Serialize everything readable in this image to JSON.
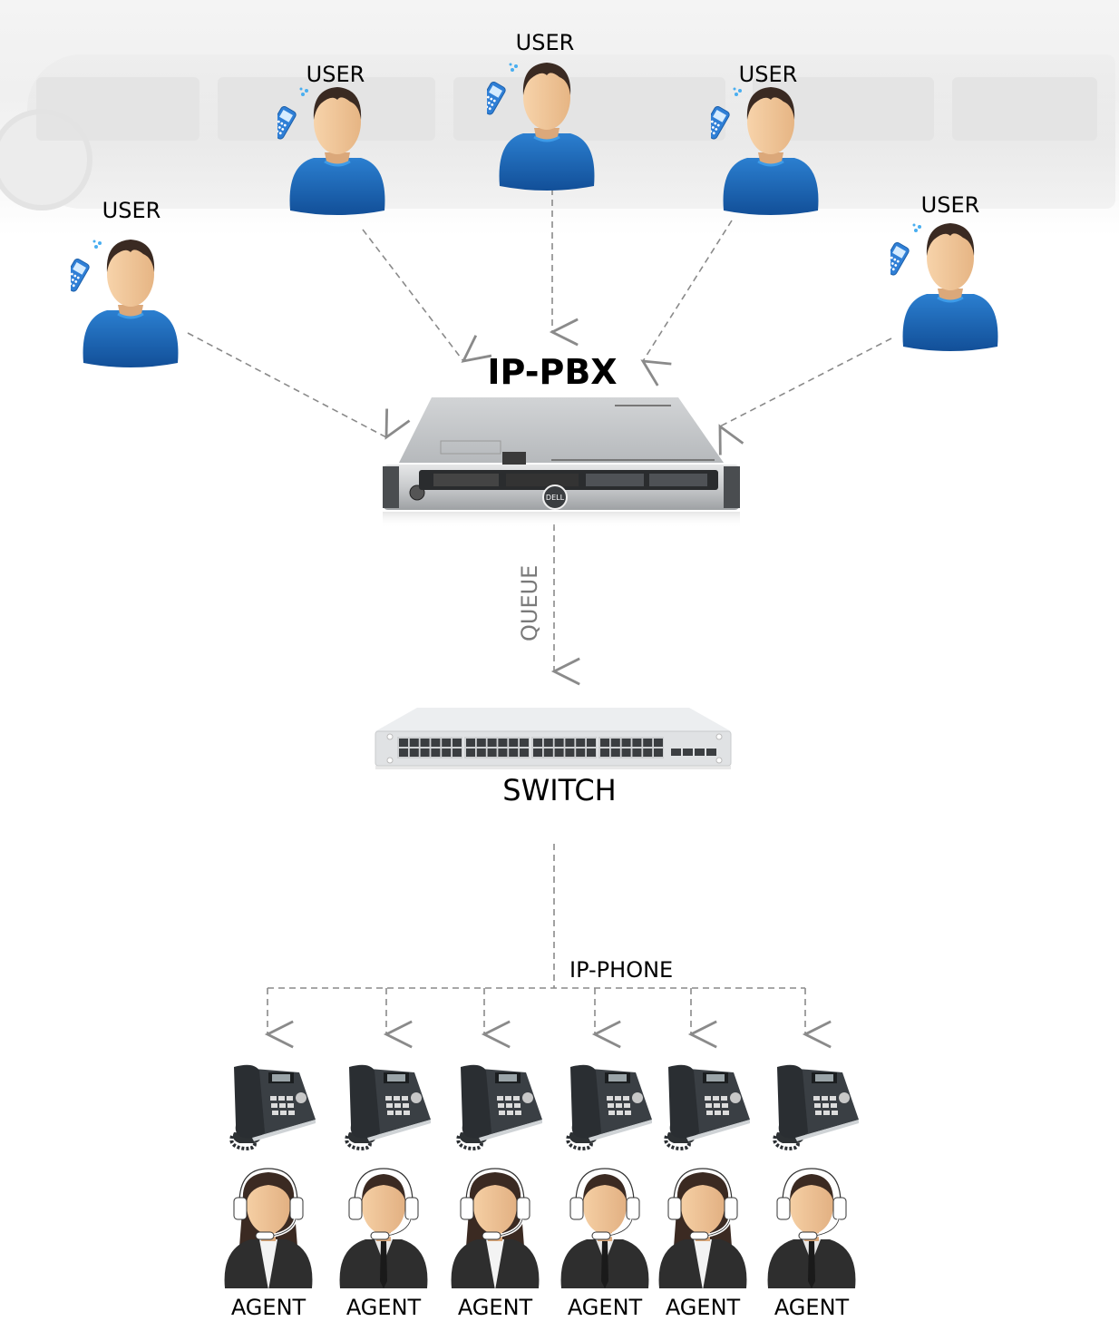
{
  "diagram": {
    "title": "IP-PBX call center topology",
    "colors": {
      "user_shirt": "#1a5fae",
      "user_phone": "#2f7fd6",
      "skin": "#f2c99c",
      "hair": "#3a2a22",
      "agent_suit": "#2e2e2e",
      "link": "#8a8a8a",
      "server": "#c9cbcd",
      "switch": "#e4e6e8",
      "ipphone": "#33383d"
    },
    "users": [
      {
        "label": "USER",
        "icon": "user-with-mobile-phone-icon"
      },
      {
        "label": "USER",
        "icon": "user-with-mobile-phone-icon"
      },
      {
        "label": "USER",
        "icon": "user-with-mobile-phone-icon"
      },
      {
        "label": "USER",
        "icon": "user-with-mobile-phone-icon"
      },
      {
        "label": "USER",
        "icon": "user-with-mobile-phone-icon"
      }
    ],
    "pbx": {
      "label": "IP-PBX",
      "icon": "rack-server-icon",
      "brand": "DELL"
    },
    "queue": {
      "label": "QUEUE"
    },
    "switch": {
      "label": "SWITCH",
      "icon": "network-switch-icon"
    },
    "ipphone": {
      "label": "IP-PHONE",
      "icon": "ip-desk-phone-icon"
    },
    "agents": [
      {
        "label": "AGENT",
        "gender": "female",
        "icon": "agent-headset-icon"
      },
      {
        "label": "AGENT",
        "gender": "male",
        "icon": "agent-headset-icon"
      },
      {
        "label": "AGENT",
        "gender": "female",
        "icon": "agent-headset-icon"
      },
      {
        "label": "AGENT",
        "gender": "male",
        "icon": "agent-headset-icon"
      },
      {
        "label": "AGENT",
        "gender": "female",
        "icon": "agent-headset-icon"
      },
      {
        "label": "AGENT",
        "gender": "male",
        "icon": "agent-headset-icon"
      }
    ]
  }
}
